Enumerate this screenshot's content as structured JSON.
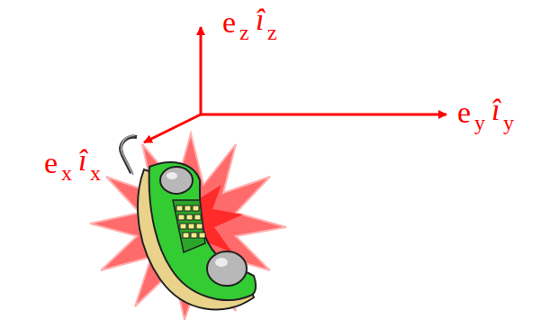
{
  "diagram": {
    "labels": [
      "e",
      "z",
      "î",
      "z",
      "e",
      "y",
      "î",
      "y",
      "e",
      "x",
      "î",
      "x"
    ]
  }
}
